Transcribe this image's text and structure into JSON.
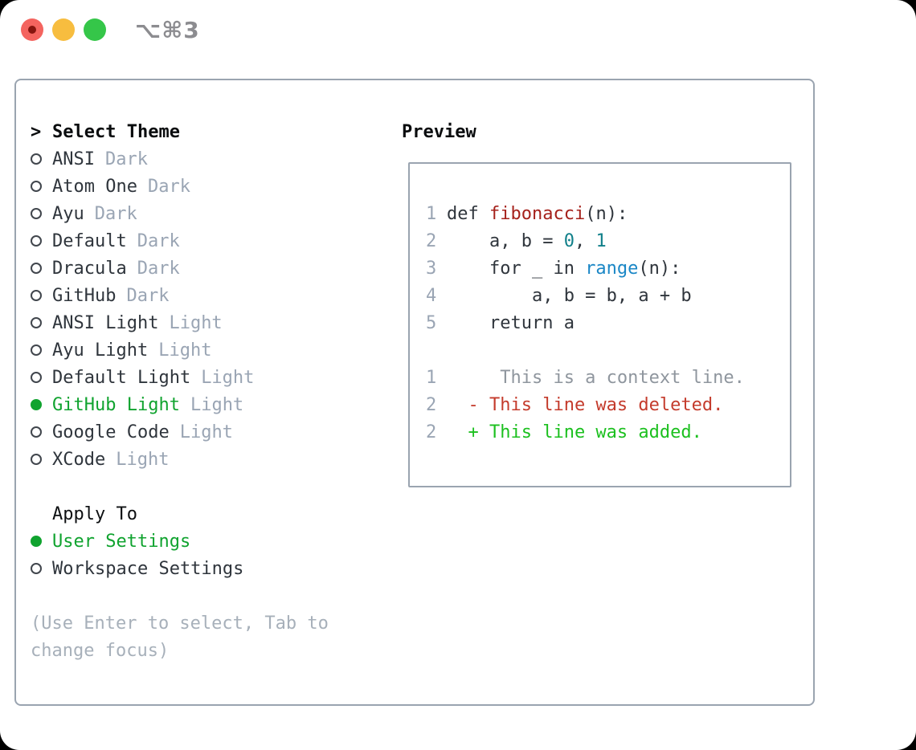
{
  "titlebar": {
    "title": "⌥⌘3"
  },
  "theme_picker": {
    "prompt": ">",
    "heading": "Select Theme",
    "themes": [
      {
        "name": "ANSI",
        "variant": "Dark",
        "selected": false
      },
      {
        "name": "Atom One",
        "variant": "Dark",
        "selected": false
      },
      {
        "name": "Ayu",
        "variant": "Dark",
        "selected": false
      },
      {
        "name": "Default",
        "variant": "Dark",
        "selected": false
      },
      {
        "name": "Dracula",
        "variant": "Dark",
        "selected": false
      },
      {
        "name": "GitHub",
        "variant": "Dark",
        "selected": false
      },
      {
        "name": "ANSI Light",
        "variant": "Light",
        "selected": false
      },
      {
        "name": "Ayu Light",
        "variant": "Light",
        "selected": false
      },
      {
        "name": "Default Light",
        "variant": "Light",
        "selected": false
      },
      {
        "name": "GitHub Light",
        "variant": "Light",
        "selected": true
      },
      {
        "name": "Google Code",
        "variant": "Light",
        "selected": false
      },
      {
        "name": "XCode",
        "variant": "Light",
        "selected": false
      }
    ],
    "apply_to": {
      "heading": "Apply To",
      "options": [
        {
          "label": "User Settings",
          "selected": true
        },
        {
          "label": "Workspace Settings",
          "selected": false
        }
      ]
    },
    "hint": "(Use Enter to select, Tab to change focus)"
  },
  "preview": {
    "heading": "Preview",
    "code_lines": [
      {
        "number": "1",
        "tokens": [
          {
            "text": "def ",
            "style": "default"
          },
          {
            "text": "fibonacci",
            "style": "function"
          },
          {
            "text": "(n):",
            "style": "default"
          }
        ]
      },
      {
        "number": "2",
        "tokens": [
          {
            "text": "    a, b = ",
            "style": "default"
          },
          {
            "text": "0",
            "style": "number"
          },
          {
            "text": ", ",
            "style": "default"
          },
          {
            "text": "1",
            "style": "number"
          }
        ]
      },
      {
        "number": "3",
        "tokens": [
          {
            "text": "    for _ in ",
            "style": "default"
          },
          {
            "text": "range",
            "style": "builtin"
          },
          {
            "text": "(n):",
            "style": "default"
          }
        ]
      },
      {
        "number": "4",
        "tokens": [
          {
            "text": "        a, b = b, a + b",
            "style": "default"
          }
        ]
      },
      {
        "number": "5",
        "tokens": [
          {
            "text": "    return a",
            "style": "default"
          }
        ]
      },
      {
        "number": "",
        "tokens": []
      },
      {
        "number": "1",
        "tokens": [
          {
            "text": "     This is a context line.",
            "style": "context"
          }
        ]
      },
      {
        "number": "2",
        "tokens": [
          {
            "text": "  - This line was deleted.",
            "style": "deleted"
          }
        ]
      },
      {
        "number": "2",
        "tokens": [
          {
            "text": "  + This line was added.",
            "style": "added"
          }
        ]
      }
    ]
  },
  "colors": {
    "selected_green": "#10a32f",
    "added_green": "#1cc01f",
    "deleted_red": "#c43b2c",
    "function_red": "#a5211b",
    "number_teal": "#11808a",
    "builtin_blue": "#1b87c6",
    "muted_gray": "#9aa5b4",
    "panel_border": "#9aa4b0",
    "traffic_red": "#f4645f",
    "traffic_yellow": "#f7bd3f",
    "traffic_green": "#35c649"
  }
}
